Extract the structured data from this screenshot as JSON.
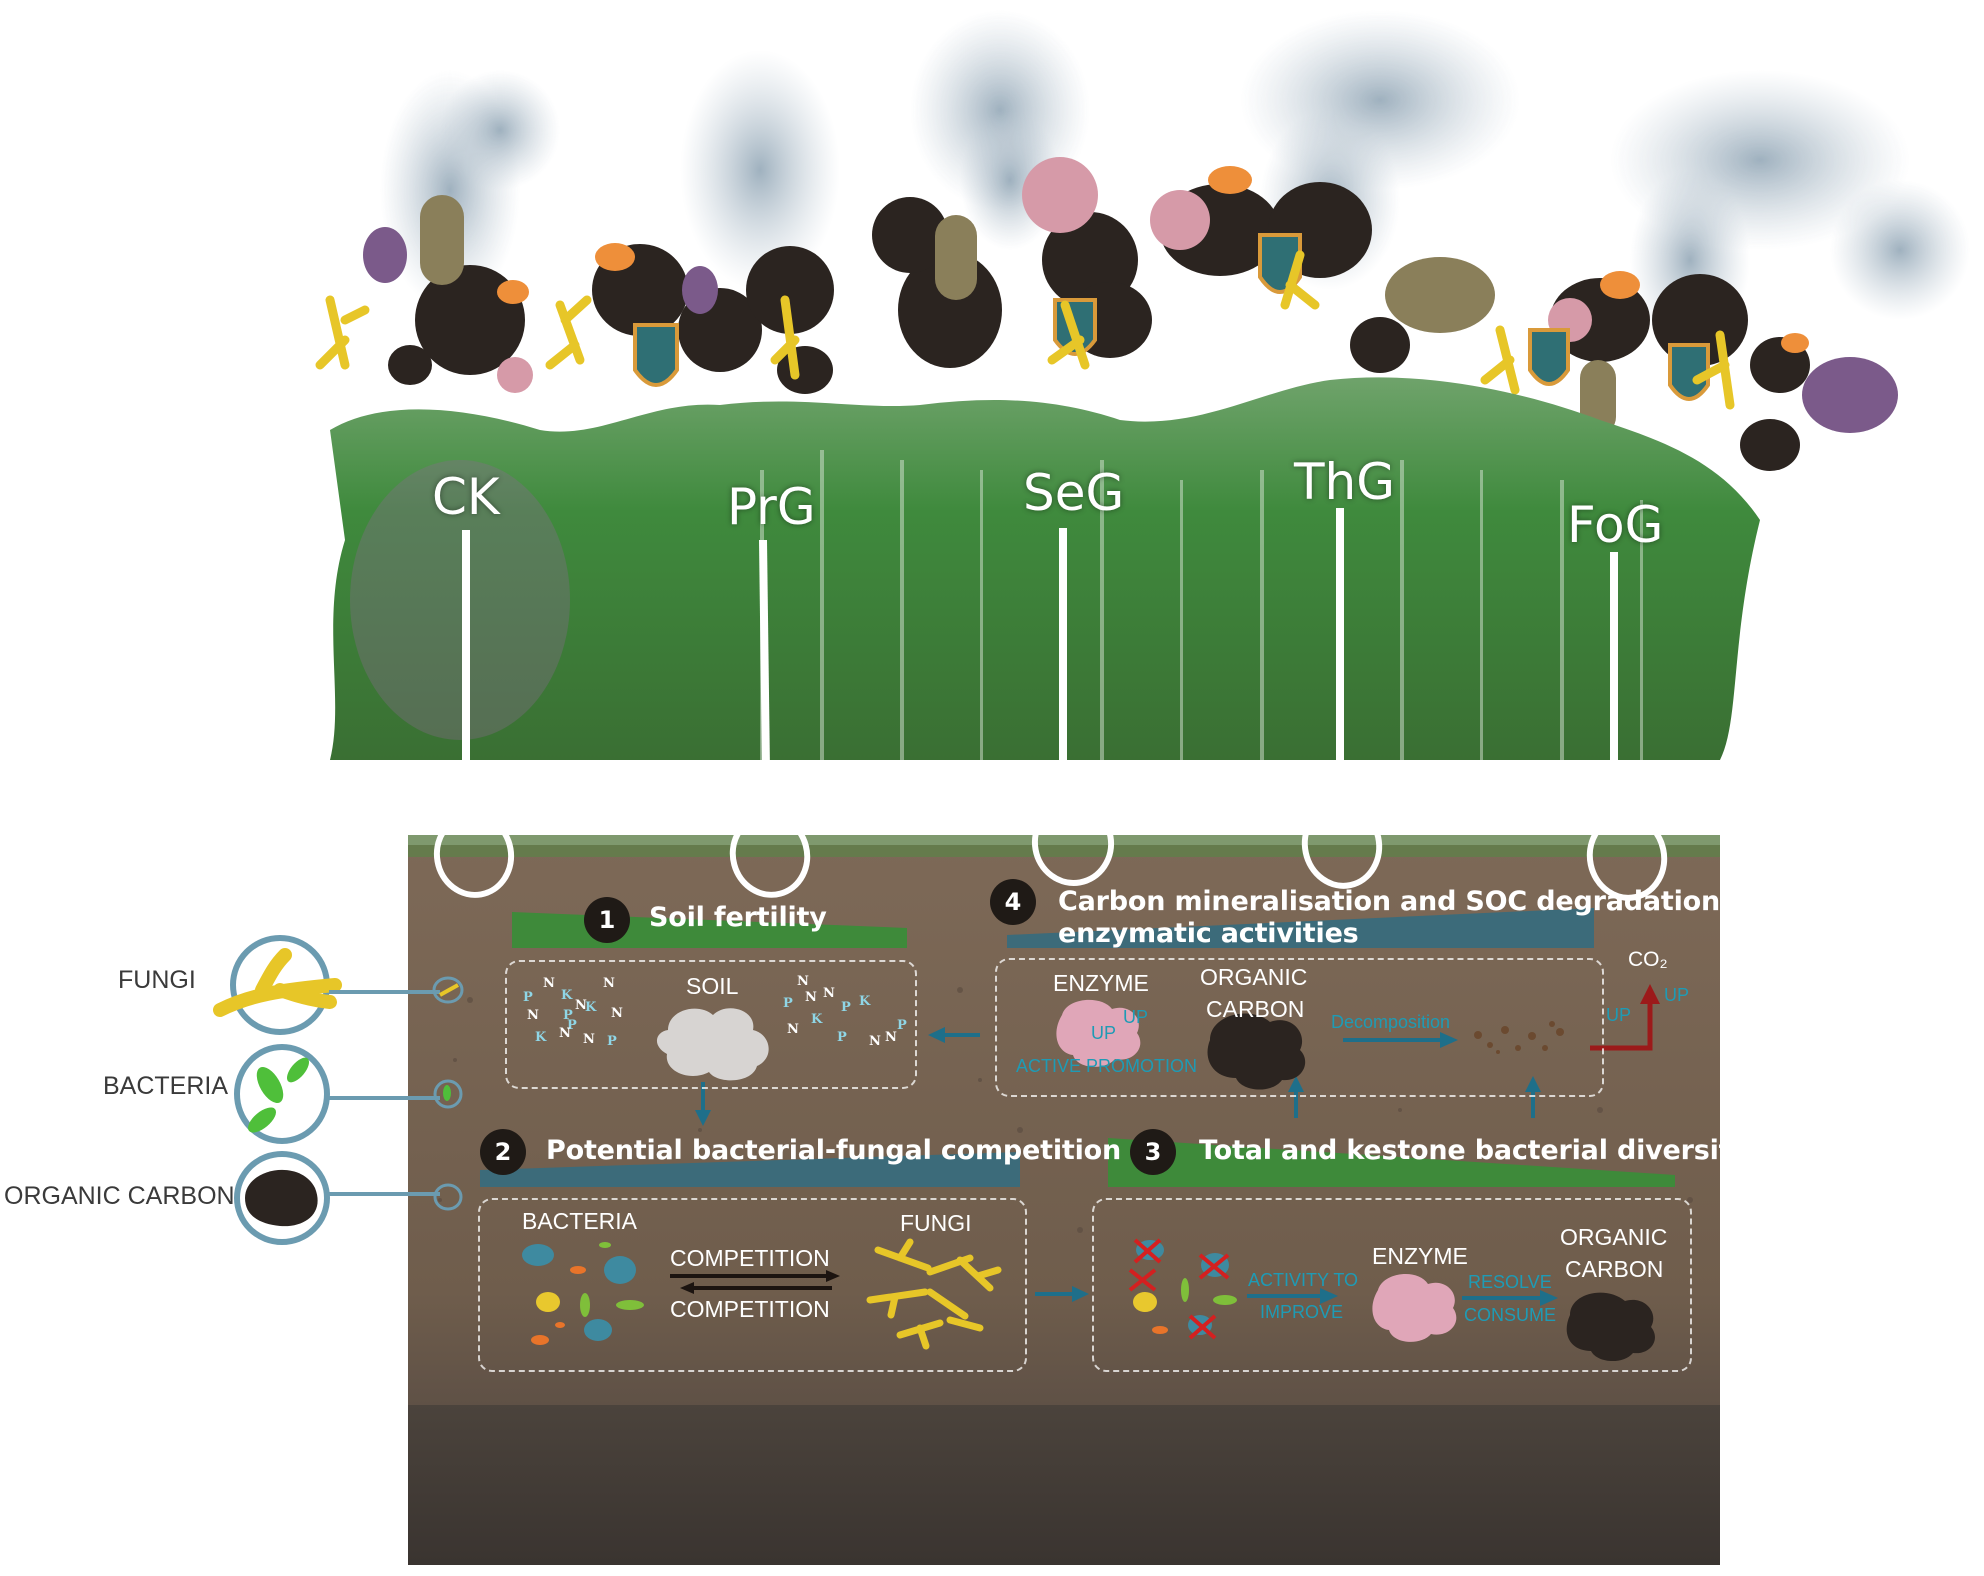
{
  "sites": [
    {
      "id": "ck",
      "label": "CK"
    },
    {
      "id": "prg",
      "label": "PrG"
    },
    {
      "id": "seg",
      "label": "SeG"
    },
    {
      "id": "thg",
      "label": "ThG"
    },
    {
      "id": "fog",
      "label": "FoG"
    }
  ],
  "legend": {
    "fungi": "FUNGI",
    "bacteria": "BACTERIA",
    "organic_carbon": "ORGANIC CARBON"
  },
  "panel1": {
    "number": "1",
    "title": "Soil fertility",
    "soil_label": "SOIL",
    "nutrients": [
      "P",
      "N",
      "K",
      "N",
      "N",
      "N",
      "P",
      "K",
      "P",
      "N",
      "K",
      "N",
      "N",
      "P",
      "N",
      "N",
      "P",
      "K",
      "P",
      "N",
      "K",
      "N",
      "P",
      "N",
      "P",
      "N"
    ]
  },
  "panel2": {
    "number": "2",
    "title": "Potential bacterial-fungal competition",
    "bacteria_label": "BACTERIA",
    "fungi_label": "FUNGI",
    "competition_top": "COMPETITION",
    "competition_bottom": "COMPETITION"
  },
  "panel3": {
    "number": "3",
    "title": "Total and kestone bacterial diversity",
    "activity_top": "ACTIVITY TO",
    "activity_bottom": "IMPROVE",
    "enzyme_label": "ENZYME",
    "resolve": "RESOLVE",
    "consume": "CONSUME",
    "organic_carbon_line1": "ORGANIC",
    "organic_carbon_line2": "CARBON"
  },
  "panel4": {
    "number": "4",
    "title_line1": "Carbon mineralisation and SOC degradation",
    "title_line2": "enzymatic activities",
    "enzyme_label": "ENZYME",
    "organic_carbon_line1": "ORGANIC",
    "organic_carbon_line2": "CARBON",
    "up_a": "UP",
    "up_b": "UP",
    "active_promotion": "ACTIVE PROMOTION",
    "decomposition": "Decomposition",
    "up_c": "UP",
    "up_d": "UP",
    "co2": "CO₂"
  },
  "colors": {
    "soil": "#7a6654",
    "soil_dark": "#4a413a",
    "green_bar": "#3e8a3a",
    "blue_bar": "#3c6b7a",
    "cyan_arrow": "#1e6f8a",
    "accent_text": "#1e9bb5",
    "red_arrow": "#9c1a1a",
    "fungi_yellow": "#e7c628",
    "enzyme_pink": "#e0a6b8",
    "carbon_dark": "#2b2420",
    "legend_ring": "#6b9bb0"
  }
}
